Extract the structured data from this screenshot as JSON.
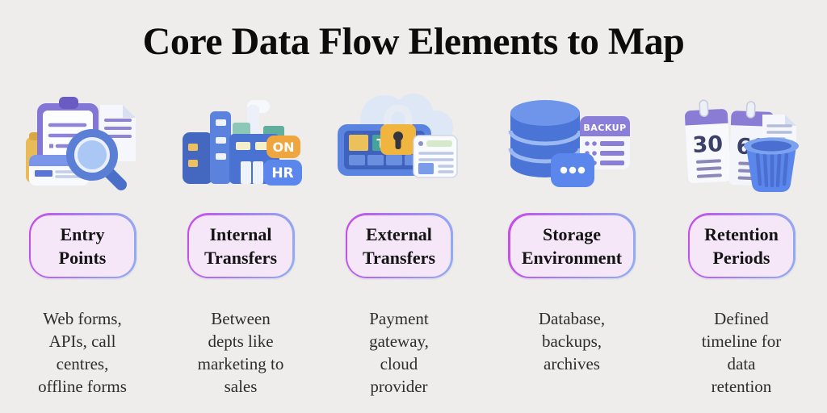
{
  "title": "Core Data Flow Elements to Map",
  "background_color": "#eeedeb",
  "pill_style": {
    "fill": "#f5e6f8",
    "border_gradient_start": "#c84ae8",
    "border_gradient_end": "#8fb0f0"
  },
  "columns": [
    {
      "label": "Entry Points",
      "label_lines": [
        "Entry",
        "Points"
      ],
      "description": "Web forms, APIs, call centres, offline forms",
      "description_lines": [
        "Web forms,",
        "APIs, call",
        "centres,",
        "offline forms"
      ],
      "icon": "clipboard-search-icon"
    },
    {
      "label": "Internal Transfers",
      "label_lines": [
        "Internal",
        "Transfers"
      ],
      "description": "Between depts like marketing to sales",
      "description_lines": [
        "Between",
        "depts like",
        "marketing to",
        "sales"
      ],
      "icon": "factory-departments-icon"
    },
    {
      "label": "External Transfers",
      "label_lines": [
        "External",
        "Transfers"
      ],
      "description": "Payment gateway, cloud provider",
      "description_lines": [
        "Payment",
        "gateway,",
        "cloud",
        "provider"
      ],
      "icon": "cloud-lock-icon"
    },
    {
      "label": "Storage Environment",
      "label_lines": [
        "Storage",
        "Environment"
      ],
      "description": "Database, backups, archives",
      "description_lines": [
        "Database,",
        "backups,",
        "archives"
      ],
      "icon": "database-backup-icon"
    },
    {
      "label": "Retention Periods",
      "label_lines": [
        "Retention",
        "Periods"
      ],
      "description": "Defined timeline for data retention",
      "description_lines": [
        "Defined",
        "timeline for",
        "data",
        "retention"
      ],
      "icon": "calendar-trash-icon"
    }
  ],
  "icon_labels": {
    "on_badge": "ON",
    "hr_badge": "HR",
    "panel_t": "T",
    "backup_badge": "BACKUP",
    "calendar_30": "30",
    "calendar_60": "60"
  }
}
